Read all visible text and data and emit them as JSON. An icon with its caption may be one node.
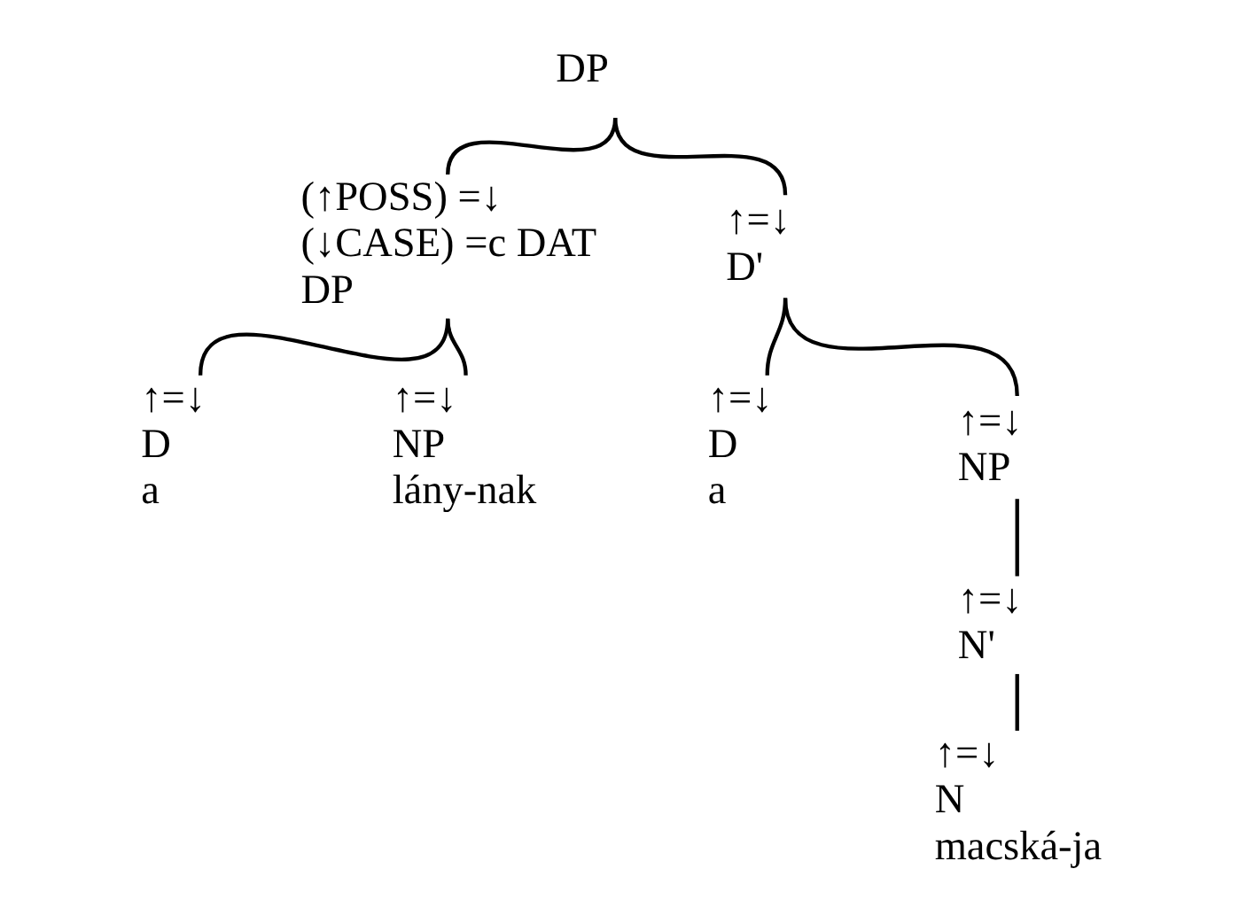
{
  "diagram": {
    "nodes": [
      {
        "text": [
          "DP"
        ]
      },
      {
        "text": [
          "(↑POSS) =↓",
          "(↓CASE) =c DAT",
          "DP"
        ]
      },
      {
        "text": [
          "↑=↓",
          "D'"
        ]
      },
      {
        "text": [
          "↑=↓",
          "D",
          "a"
        ]
      },
      {
        "text": [
          "↑=↓",
          "NP",
          "lány-nak"
        ]
      },
      {
        "text": [
          "↑=↓",
          "D",
          "a"
        ]
      },
      {
        "text": [
          "↑=↓",
          "NP"
        ]
      },
      {
        "text": [
          "↑=↓",
          "N'"
        ]
      },
      {
        "text": [
          "↑=↓",
          "N",
          "macská-ja"
        ]
      }
    ],
    "edges": [
      {
        "from": 0,
        "to": 1,
        "arrow": "none"
      },
      {
        "from": 0,
        "to": 2,
        "arrow": "none"
      },
      {
        "from": 1,
        "to": 3,
        "arrow": "none"
      },
      {
        "from": 1,
        "to": 4,
        "arrow": "none"
      },
      {
        "from": 2,
        "to": 5,
        "arrow": "none"
      },
      {
        "from": 2,
        "to": 6,
        "arrow": "none"
      },
      {
        "from": 6,
        "to": 7,
        "arrow": "none"
      },
      {
        "from": 7,
        "to": 8,
        "arrow": "none"
      }
    ]
  }
}
